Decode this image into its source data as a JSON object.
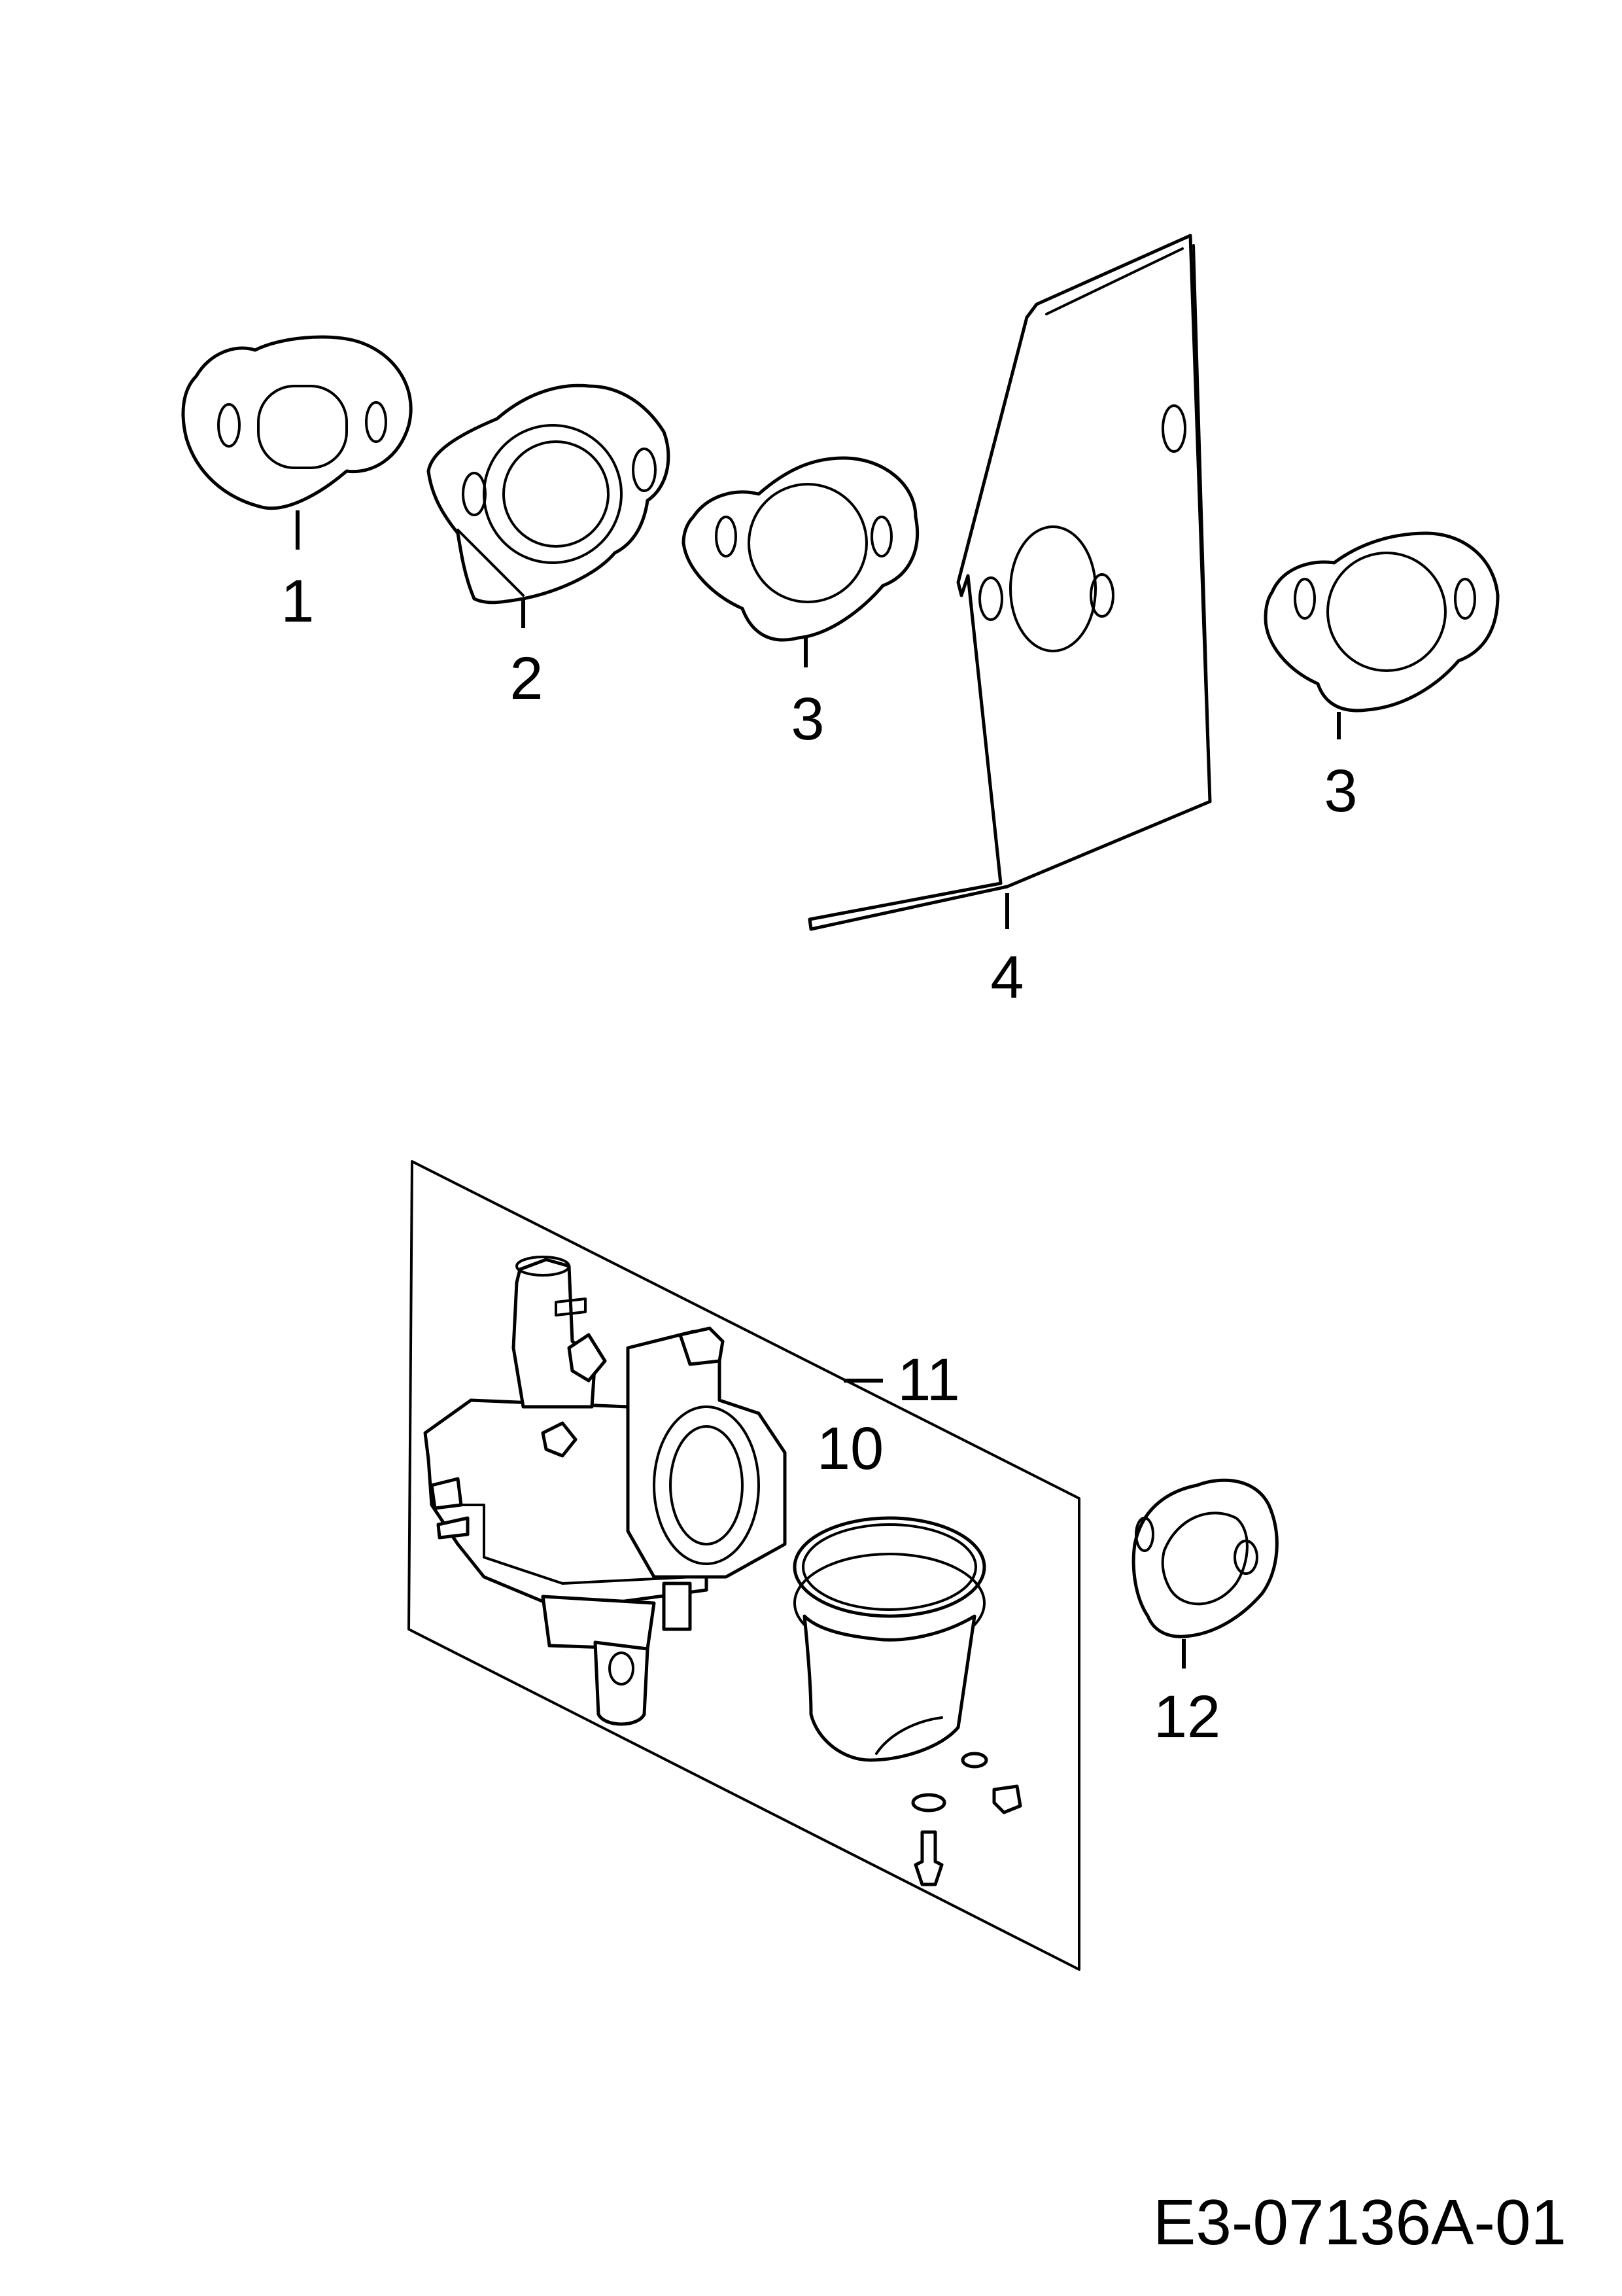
{
  "callouts": {
    "c1": "1",
    "c2": "2",
    "c3a": "3",
    "c3b": "3",
    "c4": "4",
    "c10": "10",
    "c11": "11",
    "c12": "12"
  },
  "reference_code": "E3-07136A-01",
  "colors": {
    "line": "#000000",
    "background": "#ffffff"
  }
}
